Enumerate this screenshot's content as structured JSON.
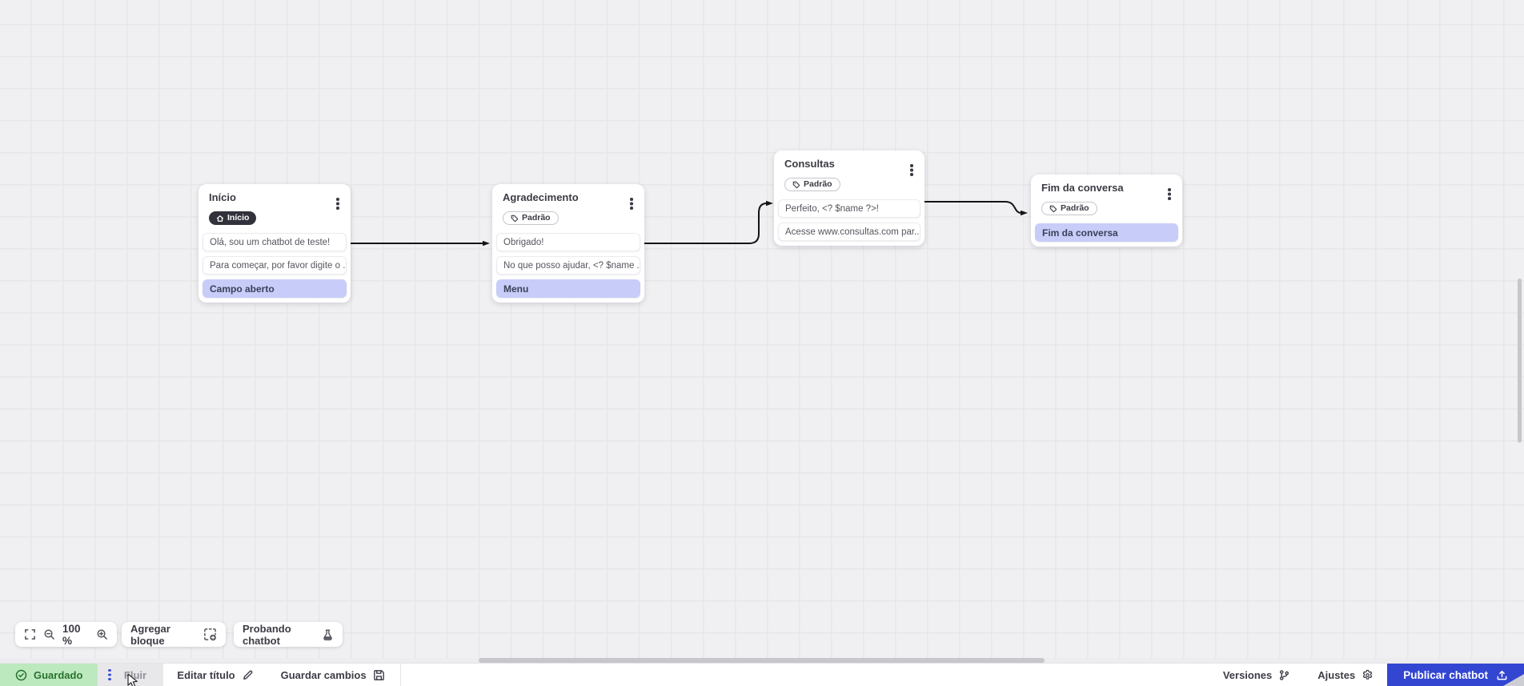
{
  "canvas": {
    "nodes": [
      {
        "title": "Início",
        "badge_label": "Início",
        "cards": [
          {
            "text": "Olá, sou um chatbot de teste!"
          },
          {
            "text": "Para começar, por favor digite o ..."
          },
          {
            "text": "Campo aberto"
          }
        ]
      },
      {
        "title": "Agradecimento",
        "badge_label": "Padrão",
        "cards": [
          {
            "text": "Obrigado!"
          },
          {
            "text": "No que posso ajudar, <? $name ..."
          },
          {
            "text": "Menu"
          }
        ]
      },
      {
        "title": "Consultas",
        "badge_label": "Padrão",
        "cards": [
          {
            "text": "Perfeito, <? $name ?>!"
          },
          {
            "text": "Acesse www.consultas.com par..."
          }
        ]
      },
      {
        "title": "Fim da conversa",
        "badge_label": "Padrão",
        "cards": [
          {
            "text": "Fim da conversa"
          }
        ]
      }
    ]
  },
  "toolbar": {
    "zoom_level": "100 %",
    "add_block_label": "Agregar bloque",
    "test_chatbot_label": "Probando chatbot"
  },
  "statusbar": {
    "saved_label": "Guardado",
    "flow_tab_label": "Fluir",
    "edit_title_label": "Editar título",
    "save_changes_label": "Guardar cambios",
    "versions_label": "Versiones",
    "settings_label": "Ajustes",
    "publish_label": "Publicar chatbot"
  },
  "colors": {
    "accent_blue": "#3346d2",
    "saved_green_bg": "#bde9bf",
    "saved_green_text": "#27732e",
    "input_card_purple": "#c7cdf8",
    "badge_dark": "#32323c",
    "canvas_bg": "#f0eff1"
  }
}
